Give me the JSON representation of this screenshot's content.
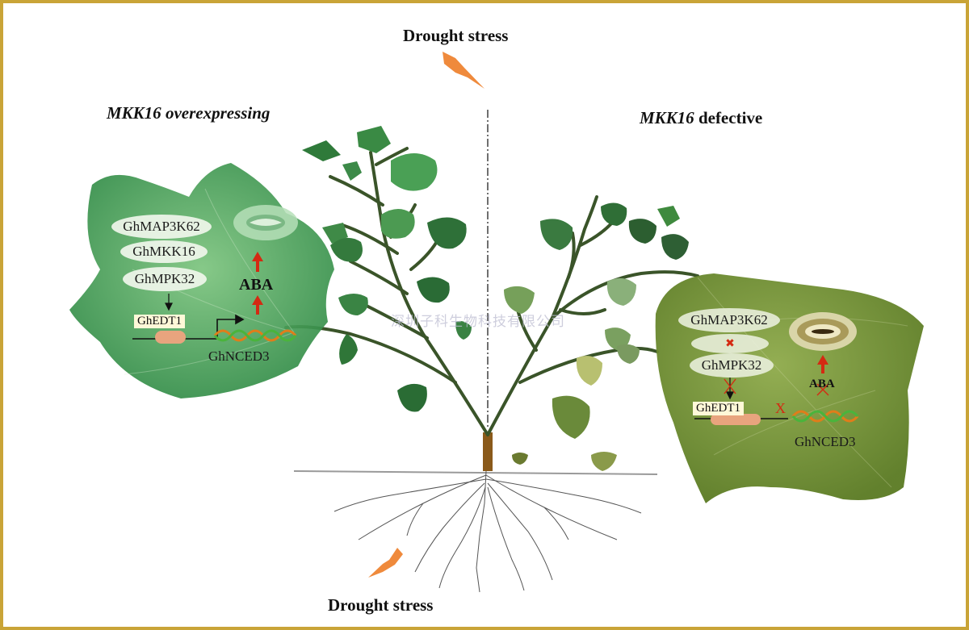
{
  "top_stress_label": "Drought stress",
  "bottom_stress_label": "Drought stress",
  "left_panel": {
    "title_gene": "MKK16",
    "title_rest": " overexpressing",
    "cascade": [
      "GhMAP3K62",
      "GhMKK16",
      "GhMPK32"
    ],
    "edt": "GhEDT1",
    "target_gene": "GhNCED3",
    "hormone": "ABA"
  },
  "right_panel": {
    "title_gene": "MKK16",
    "title_rest": " defective",
    "cascade": [
      "GhMAP3K62",
      "GhMPK32"
    ],
    "blocked_mark": "✖",
    "edt": "GhEDT1",
    "target_gene": "GhNCED3",
    "hormone": "ABA",
    "inhibit_mark": "X"
  },
  "watermark": "深圳子科生物科技有限公司",
  "colors": {
    "frame": "#c9a437",
    "activation_arrow": "#d42a12",
    "lightning": "#ef8a3c",
    "left_leaf": "#3f9650",
    "right_leaf": "#6f8f32",
    "stem": "#3a5429"
  }
}
